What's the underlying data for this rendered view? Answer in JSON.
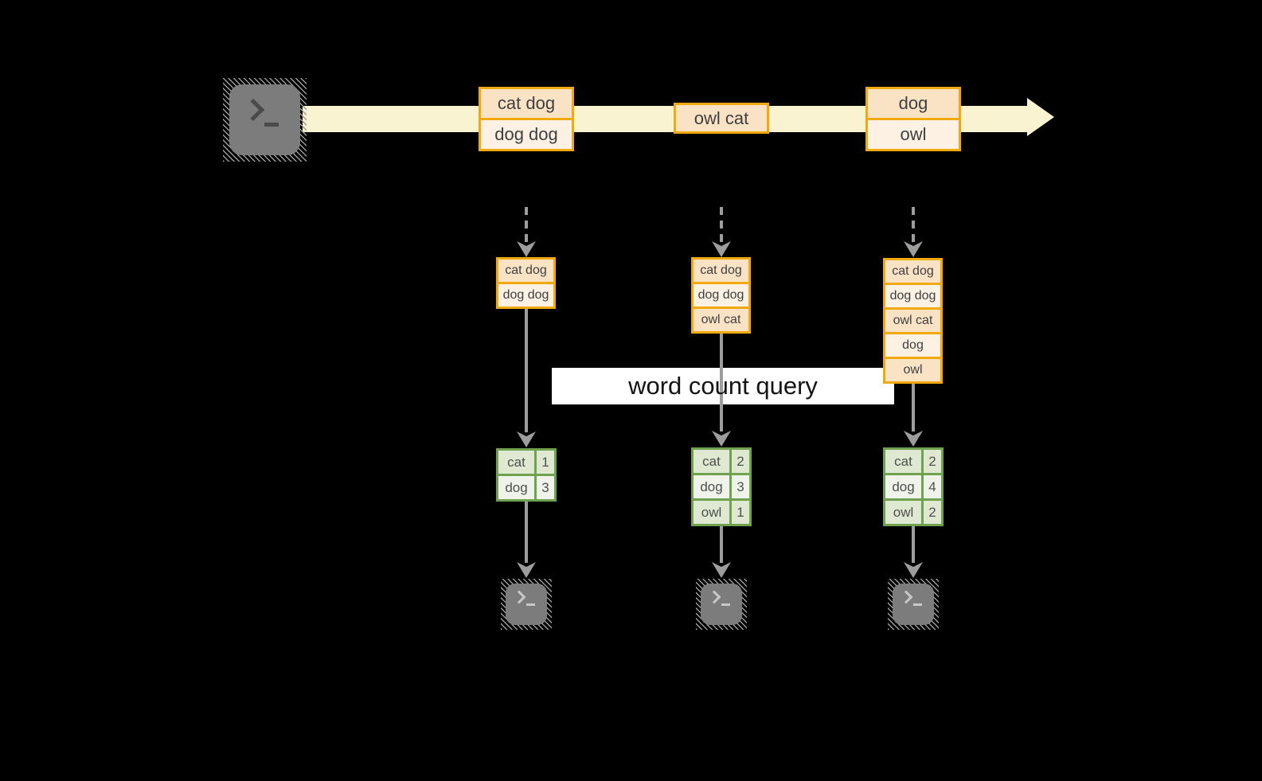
{
  "query_label": "word count query",
  "stream": {
    "events": [
      {
        "lines": [
          "cat dog",
          "dog dog"
        ]
      },
      {
        "lines": [
          "owl cat"
        ]
      },
      {
        "lines": [
          "dog",
          "owl"
        ]
      }
    ]
  },
  "columns": [
    {
      "state": [
        "cat dog",
        "dog dog"
      ],
      "counts": [
        {
          "word": "cat",
          "value": "1"
        },
        {
          "word": "dog",
          "value": "3"
        }
      ]
    },
    {
      "state": [
        "cat dog",
        "dog dog",
        "owl cat"
      ],
      "counts": [
        {
          "word": "cat",
          "value": "2"
        },
        {
          "word": "dog",
          "value": "3"
        },
        {
          "word": "owl",
          "value": "1"
        }
      ]
    },
    {
      "state": [
        "cat dog",
        "dog dog",
        "owl cat",
        "dog",
        "owl"
      ],
      "counts": [
        {
          "word": "cat",
          "value": "2"
        },
        {
          "word": "dog",
          "value": "4"
        },
        {
          "word": "owl",
          "value": "2"
        }
      ]
    }
  ],
  "icons": {
    "source": "terminal-icon",
    "consumers": [
      "terminal-icon",
      "terminal-icon",
      "terminal-icon"
    ]
  },
  "colors": {
    "background": "#000000",
    "stream_fill": "#FAF3D1",
    "gold_border": "#F2A90E",
    "peach_fill": "#FAE2C5",
    "cream_fill": "#FCF1E3",
    "green_border": "#6FA24F",
    "sage_fill": "#DFE9D2",
    "sage_fill_light": "#EFF3EA",
    "arrow_gray": "#9D9D9D",
    "terminal_gray": "#7C7C7C",
    "query_bg": "#FFFFFF"
  }
}
